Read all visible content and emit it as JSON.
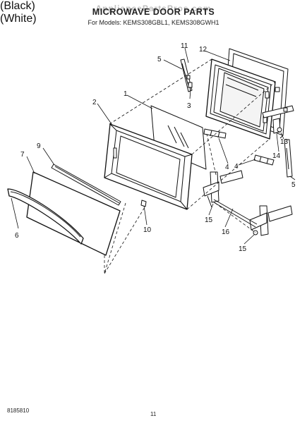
{
  "header": {
    "watermark": "AppliancePartsPros.com",
    "title": "MICROWAVE DOOR PARTS",
    "models_line": "For Models: KEMS308GBL1, KEMS308GWH1",
    "finish_black": "(Black)",
    "finish_white": "(White)"
  },
  "callouts": {
    "c1": "1",
    "c2": "2",
    "c3": "3",
    "c4": "4",
    "c4b": "4",
    "c5": "5",
    "c5b": "5",
    "c6": "6",
    "c7": "7",
    "c9": "9",
    "c10": "10",
    "c11": "11",
    "c12": "12",
    "c13": "13",
    "c14": "14",
    "c15": "15",
    "c15b": "15",
    "c16": "16"
  },
  "footer": {
    "code": "8185810",
    "page": "11"
  }
}
